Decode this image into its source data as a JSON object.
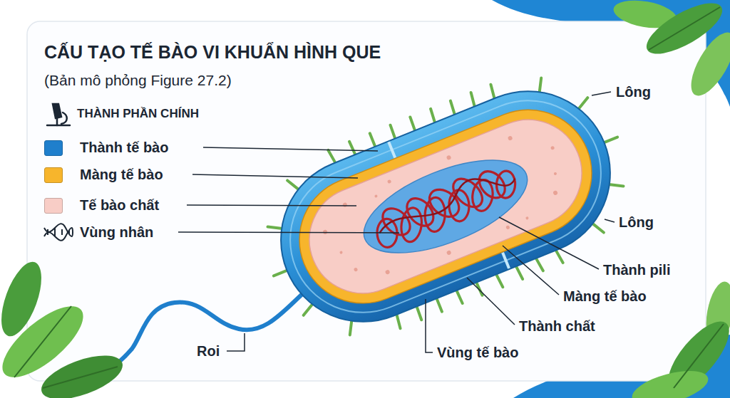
{
  "diagram": {
    "title": "CẤU TẠO TẾ BÀO VI KHUẨN HÌNH QUE",
    "labels": [
      "(Bản mô phỏng Figure 27.2)",
      "THÀNH PHẦN CHÍNH",
      "Lông",
      "Lông",
      "Thành pili",
      "Màng tế bào",
      "Thành chất",
      "Vùng tế bào",
      "Roi"
    ],
    "legend": [
      {
        "text": "Thành tế bào",
        "color": "#1f7fcc"
      },
      {
        "text": "Màng tế bào",
        "color": "#f7b52c"
      },
      {
        "text": "Tế bào chất",
        "color": "#f8cdc6"
      },
      {
        "text": "Vùng nhân"
      }
    ]
  }
}
